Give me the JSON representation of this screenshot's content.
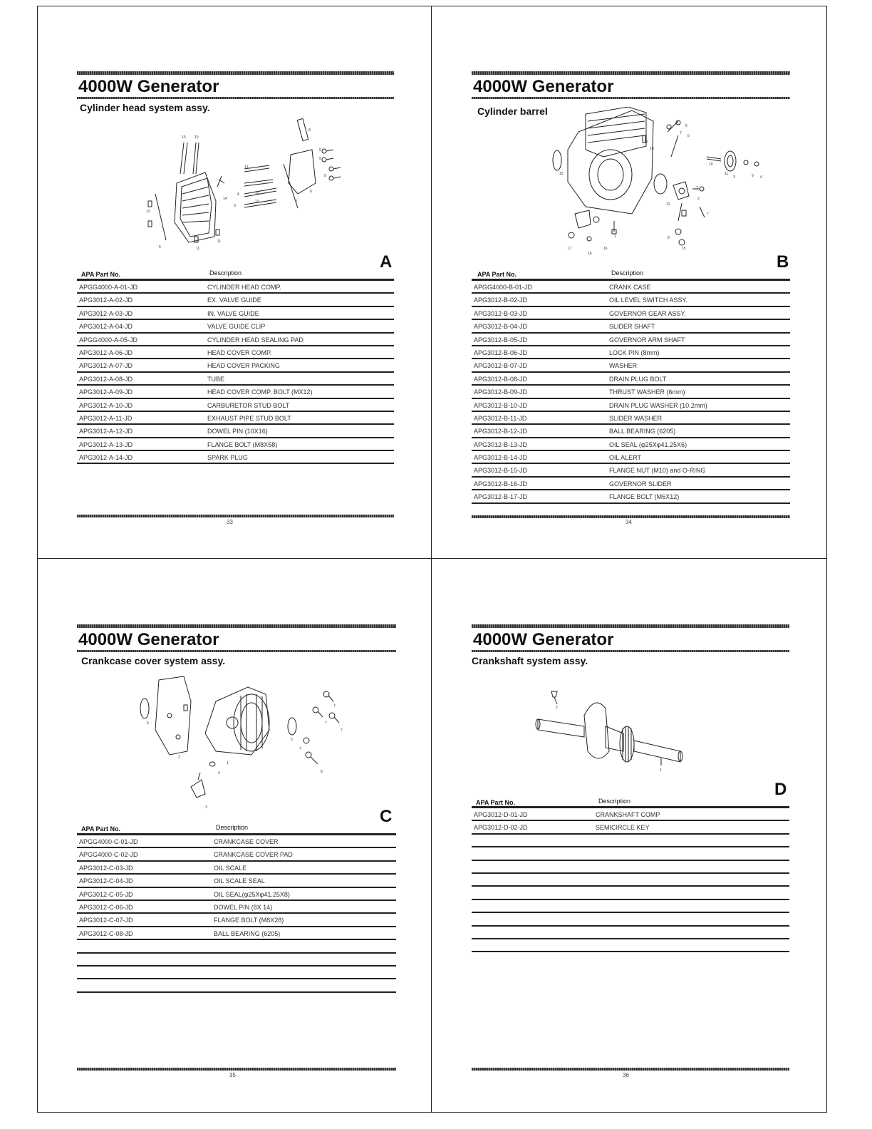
{
  "pages": [
    {
      "title": "4000W Generator",
      "subtitle": "Cylinder head system assy.",
      "letter": "A",
      "col_part": "APA Part No.",
      "col_desc": "Description",
      "page_number": "33",
      "rows": [
        [
          "APGG4000-A-01-JD",
          "CYLINDER HEAD COMP."
        ],
        [
          "APG3012-A-02-JD",
          "EX. VALVE GUIDE"
        ],
        [
          "APG3012-A-03-JD",
          "IN. VALVE GUIDE"
        ],
        [
          "APG3012-A-04-JD",
          "VALVE GUIDE CLIP"
        ],
        [
          "APGG4000-A-05-JD",
          "CYLINDER HEAD SEALING PAD"
        ],
        [
          "APG3012-A-06-JD",
          "HEAD COVER COMP."
        ],
        [
          "APG3012-A-07-JD",
          "HEAD COVER PACKING"
        ],
        [
          "APG3012-A-08-JD",
          "TUBE"
        ],
        [
          "APG3012-A-09-JD",
          "HEAD COVER COMP. BOLT (MX12)"
        ],
        [
          "APG3012-A-10-JD",
          "CARBURETOR STUD BOLT"
        ],
        [
          "APG3012-A-11-JD",
          "EXHAUST PIPE STUD BOLT"
        ],
        [
          "APG3012-A-12-JD",
          "DOWEL PIN (10X16)"
        ],
        [
          "APG3012-A-13-JD",
          "FLANGE BOLT (M8X58)"
        ],
        [
          "APG3012-A-14-JD",
          "SPARK PLUG"
        ]
      ],
      "callouts": [
        "1",
        "2",
        "3",
        "4",
        "5",
        "6",
        "7",
        "8",
        "9",
        "10",
        "11",
        "12",
        "13",
        "14"
      ]
    },
    {
      "title": "4000W Generator",
      "subtitle": "Cylinder barrel",
      "letter": "B",
      "col_part": "APA Part No.",
      "col_desc": "Description",
      "page_number": "34",
      "rows": [
        [
          "APGG4000-B-01-JD",
          "CRANK CASE"
        ],
        [
          "APG3012-B-02-JD",
          "OIL LEVEL SWITCH ASSY."
        ],
        [
          "APG3012-B-03-JD",
          "GOVERNOR GEAR ASSY."
        ],
        [
          "APG3012-B-04-JD",
          "SLIDER SHAFT"
        ],
        [
          "APG3012-B-05-JD",
          "GOVERNOR ARM SHAFT"
        ],
        [
          "APG3012-B-06-JD",
          "LOCK PIN (8mm)"
        ],
        [
          "APG3012-B-07-JD",
          "WASHER"
        ],
        [
          "APG3012-B-08-JD",
          "DRAIN PLUG BOLT"
        ],
        [
          "APG3012-B-09-JD",
          "THRUST WASHER (6mm)"
        ],
        [
          "APG3012-B-10-JD",
          "DRAIN PLUG WASHER (10.2mm)"
        ],
        [
          "APG3012-B-11-JD",
          "SLIDER WASHER"
        ],
        [
          "APG3012-B-12-JD",
          "BALL BEARING (6205)"
        ],
        [
          "APG3012-B-13-JD",
          "OIL SEAL (φ25Xφ41.25X6)"
        ],
        [
          "APG3012-B-14-JD",
          "OIL ALERT"
        ],
        [
          "APG3012-B-15-JD",
          "FLANGE NUT (M10) and O-RING"
        ],
        [
          "APG3012-B-16-JD",
          "GOVERNOR SLIDER"
        ],
        [
          "APG3012-B-17-JD",
          "FLANGE BOLT (M6X12)"
        ]
      ],
      "callouts": [
        "1",
        "2",
        "3",
        "4",
        "5",
        "6",
        "7",
        "8",
        "9",
        "10",
        "11",
        "12",
        "13",
        "14",
        "15",
        "16",
        "17"
      ]
    },
    {
      "title": "4000W Generator",
      "subtitle": "Crankcase cover system assy.",
      "letter": "C",
      "col_part": "APA Part No.",
      "col_desc": "Description",
      "page_number": "35",
      "rows": [
        [
          "APGG4000-C-01-JD",
          "CRANKCASE COVER"
        ],
        [
          "APGG4000-C-02-JD",
          "CRANKCASE COVER PAD"
        ],
        [
          "APG3012-C-03-JD",
          "OIL SCALE"
        ],
        [
          "APG3012-C-04-JD",
          "OIL SCALE SEAL"
        ],
        [
          "APG3012-C-05-JD",
          "OIL SEAL(φ25Xφ41.25X8)"
        ],
        [
          "APG3012-C-06-JD",
          "DOWEL PIN (8X 14)"
        ],
        [
          "APG3012-C-07-JD",
          "FLANGE BOLT (M8X28)"
        ],
        [
          "APG3012-C-08-JD",
          "BALL BEARING (6205)"
        ]
      ],
      "callouts": [
        "1",
        "2",
        "3",
        "4",
        "5",
        "6",
        "7",
        "8"
      ]
    },
    {
      "title": "4000W Generator",
      "subtitle": "Crankshaft system assy.",
      "letter": "D",
      "col_part": "APA Part No.",
      "col_desc": "Description",
      "page_number": "36",
      "rows": [
        [
          "APG3012-D-01-JD",
          "CRANKSHAFT COMP"
        ],
        [
          "APG3012-D-02-JD",
          "SEMICIRCLE KEY"
        ]
      ],
      "callouts": [
        "1",
        "2"
      ]
    }
  ]
}
